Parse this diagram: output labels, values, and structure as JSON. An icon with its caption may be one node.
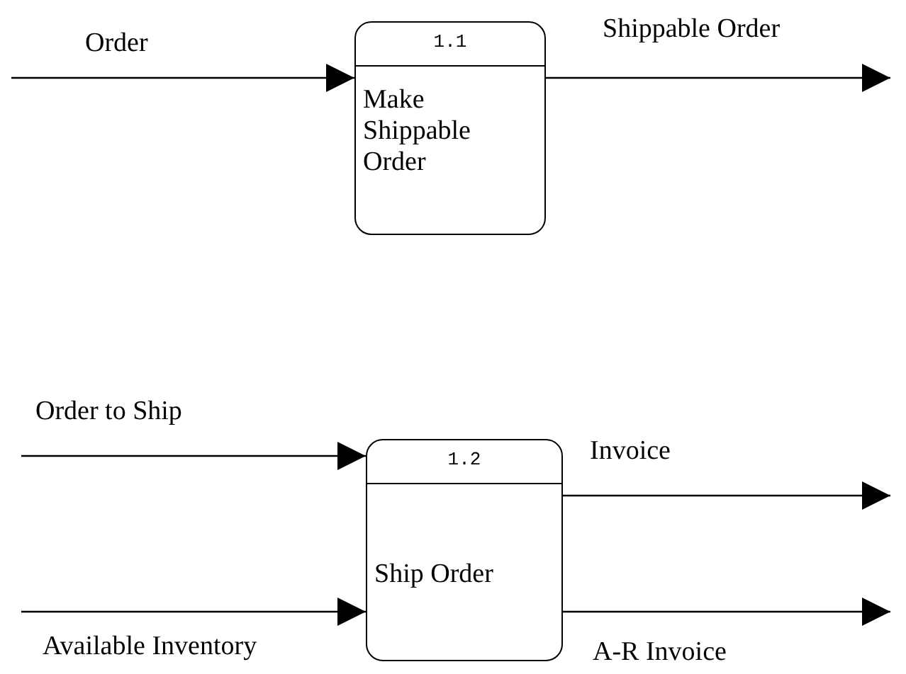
{
  "diagram": {
    "nodes": [
      {
        "text": [
          "1.1",
          "Make Shippable Order"
        ]
      },
      {
        "text": [
          "1.2",
          "Ship Order"
        ]
      }
    ],
    "edges": [
      {
        "from": null,
        "to": 0,
        "arrow": "to",
        "label": "Order"
      },
      {
        "from": 0,
        "to": null,
        "arrow": "to",
        "label": "Shippable Order"
      },
      {
        "from": null,
        "to": 1,
        "arrow": "to",
        "label": "Order to Ship"
      },
      {
        "from": null,
        "to": 1,
        "arrow": "to",
        "label": "Available Inventory"
      },
      {
        "from": 1,
        "to": null,
        "arrow": "to",
        "label": "Invoice"
      },
      {
        "from": 1,
        "to": null,
        "arrow": "to",
        "label": "A-R Invoice"
      }
    ]
  }
}
